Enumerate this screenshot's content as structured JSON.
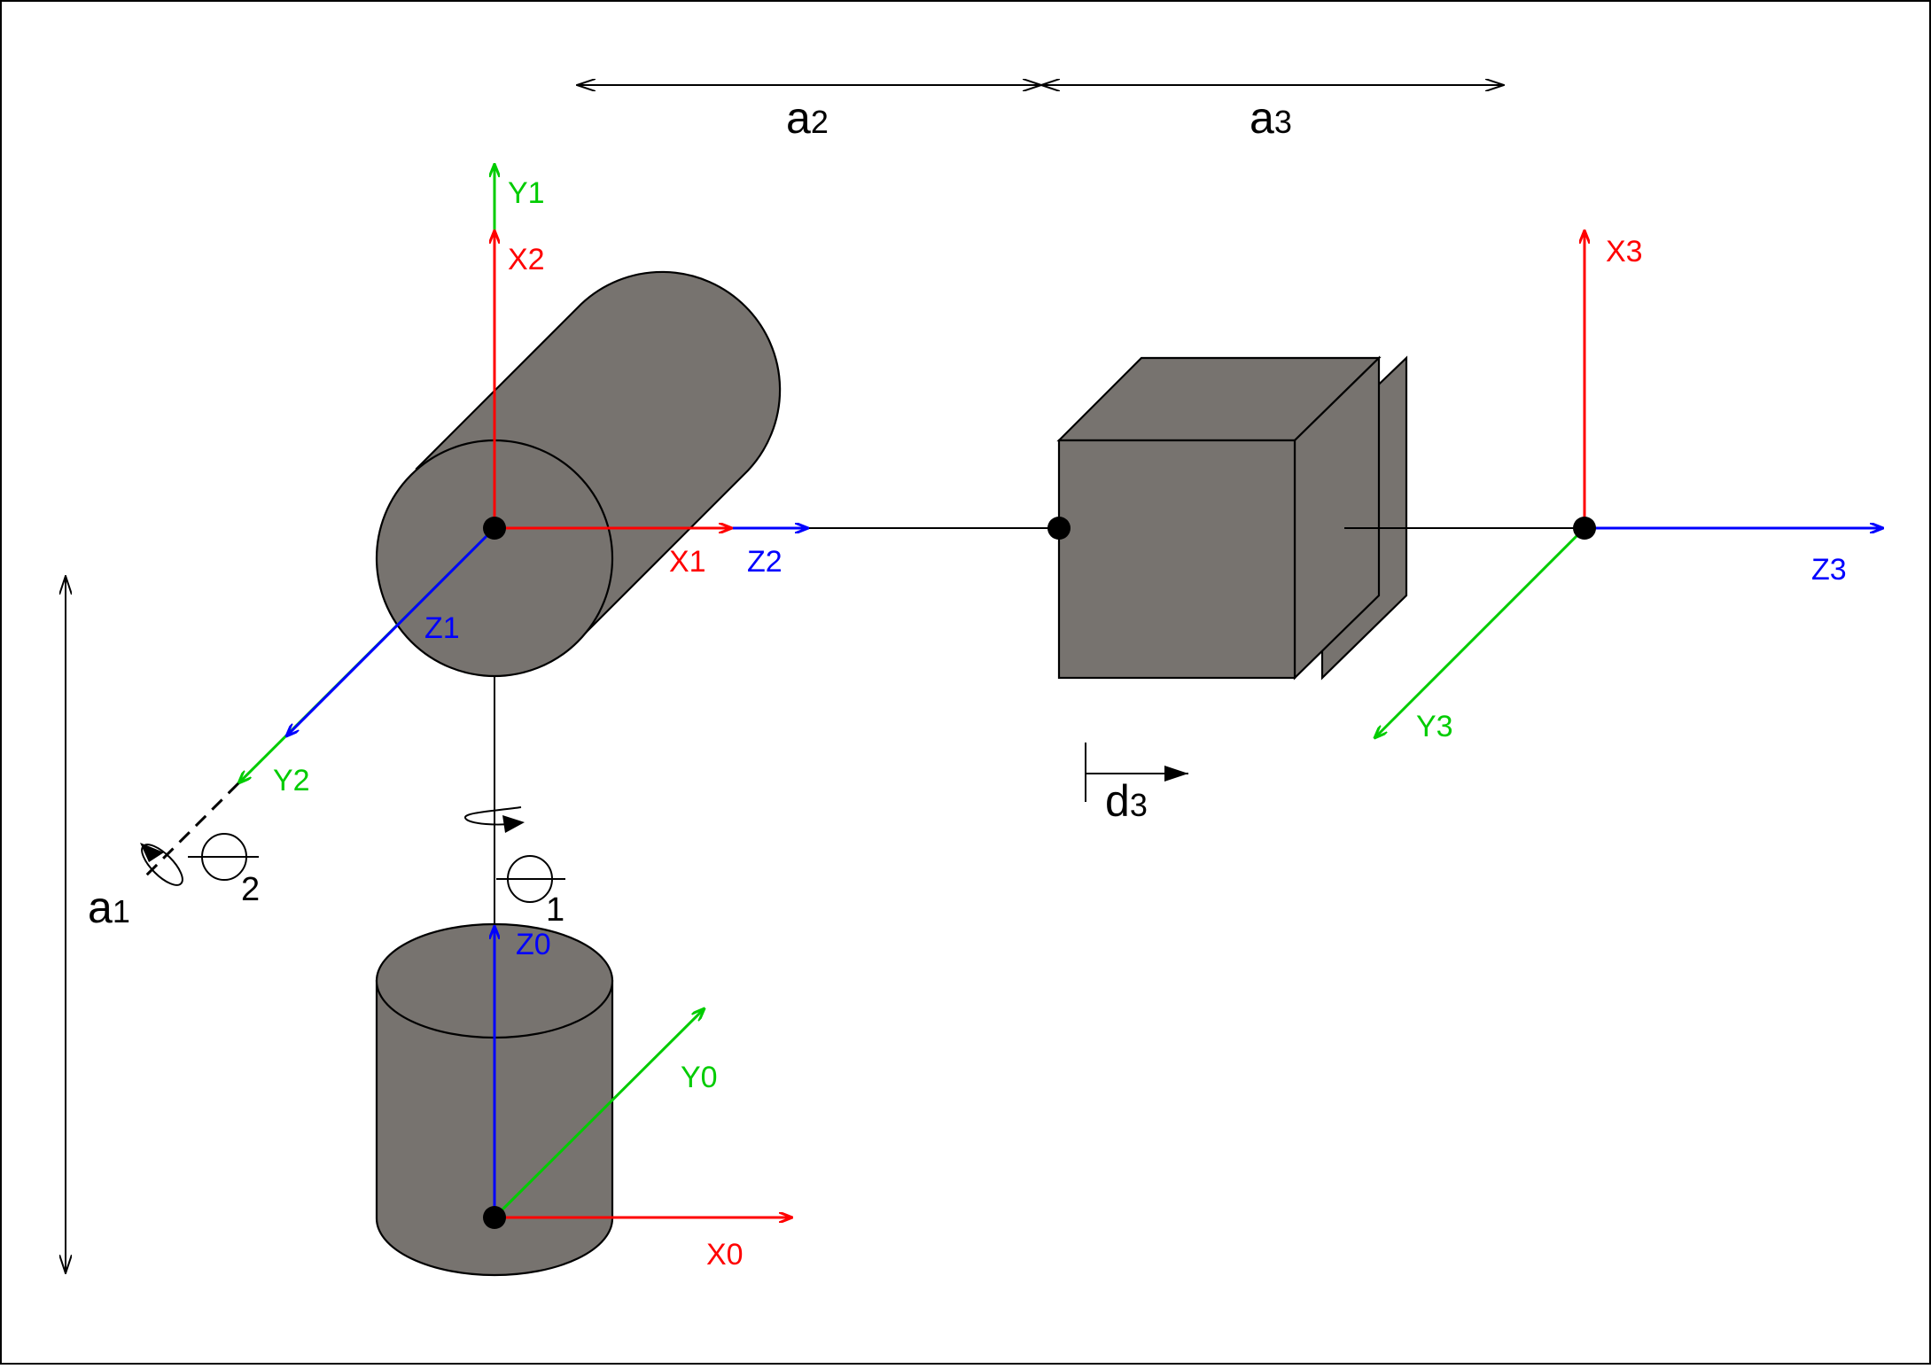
{
  "colors": {
    "x_axis": "#ff0000",
    "y_axis": "#00cc00",
    "z_axis": "#0000ff",
    "body_fill": "#77736f",
    "line": "#000000"
  },
  "axes": {
    "x0": "X0",
    "y0": "Y0",
    "z0": "Z0",
    "x1": "X1",
    "y1": "Y1",
    "z1": "Z1",
    "x2": "X2",
    "y2": "Y2",
    "z2": "Z2",
    "x3": "X3",
    "y3": "Y3",
    "z3": "Z3"
  },
  "dimensions": {
    "a1": {
      "base": "a",
      "sub": "1"
    },
    "a2": {
      "base": "a",
      "sub": "2"
    },
    "a3": {
      "base": "a",
      "sub": "3"
    },
    "d3": {
      "base": "d",
      "sub": "3"
    }
  },
  "joints": {
    "theta1": {
      "sub": "1"
    },
    "theta2": {
      "sub": "2"
    }
  }
}
